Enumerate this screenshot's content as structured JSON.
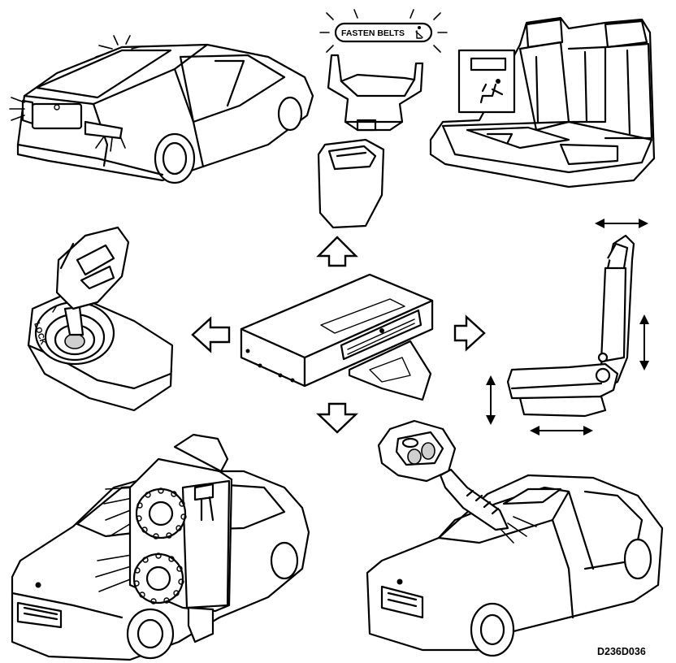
{
  "labels": {
    "indicator_text": "FASTEN BELTS",
    "lock_text": "LOCK",
    "figure_code": "D236D036"
  },
  "colors": {
    "line": "#000000",
    "background": "#ffffff",
    "shade": "#cfcfcf"
  },
  "icons": {
    "indicator_lamp": "seatbelt-person-icon",
    "occupancy_panel": "seated-person-icon",
    "key_remote": "remote-key-fob-icon"
  }
}
